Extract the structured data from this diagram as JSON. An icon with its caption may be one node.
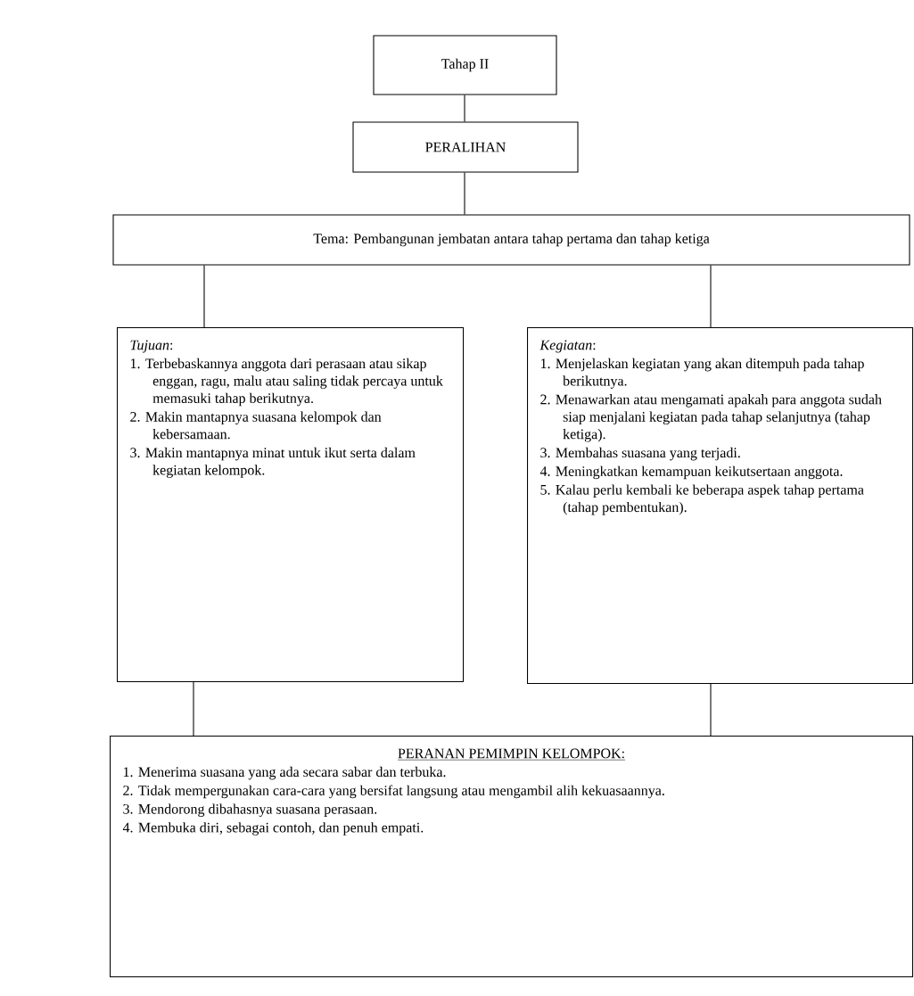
{
  "diagram": {
    "nodes": [
      {
        "text": [
          "Tahap II"
        ]
      },
      {
        "text": [
          "PERALIHAN"
        ]
      },
      {
        "text": [
          "Tema: Pembangunan jembatan antara tahap pertama dan tahap ketiga"
        ]
      },
      {
        "text": [
          "*Tujuan*:",
          "1. Terbebaskannya anggota dari perasaan atau sikap enggan, ragu, malu atau saling tidak percaya untuk memasuki tahap berikutnya.",
          "2. Makin mantapnya suasana kelompok dan kebersamaan.",
          "3. Makin mantapnya minat untuk ikut serta dalam kegiatan kelompok."
        ]
      },
      {
        "text": [
          "*Kegiatan*:",
          "1. Menjelaskan kegiatan yang akan ditempuh pada tahap berikutnya.",
          "2. Menawarkan atau mengamati apakah para anggota sudah siap menjalani kegiatan pada tahap selanjutnya (tahap ketiga).",
          "3. Membahas suasana yang terjadi.",
          "4. Meningkatkan kemampuan keikutsertaan anggota.",
          "5. Kalau perlu kembali ke beberapa aspek tahap pertama (tahap pembentukan)."
        ]
      },
      {
        "text": [
          "PERANAN PEMIMPIN KELOMPOK:",
          "1. Menerima suasana yang ada secara sabar dan terbuka.",
          "2. Tidak mempergunakan cara-cara yang bersifat langsung atau mengambil alih kekuasaannya.",
          "3. Mendorong dibahasnya suasana perasaan.",
          "4. Membuka diri, sebagai contoh, dan penuh empati."
        ]
      }
    ],
    "edges": [
      {
        "from": 0,
        "to": 1,
        "arrow": "none"
      },
      {
        "from": 1,
        "to": 2,
        "arrow": "none"
      },
      {
        "from": 2,
        "to": 3,
        "arrow": "none"
      },
      {
        "from": 2,
        "to": 4,
        "arrow": "none"
      },
      {
        "from": 3,
        "to": 5,
        "arrow": "none"
      },
      {
        "from": 4,
        "to": 5,
        "arrow": "none"
      }
    ]
  }
}
